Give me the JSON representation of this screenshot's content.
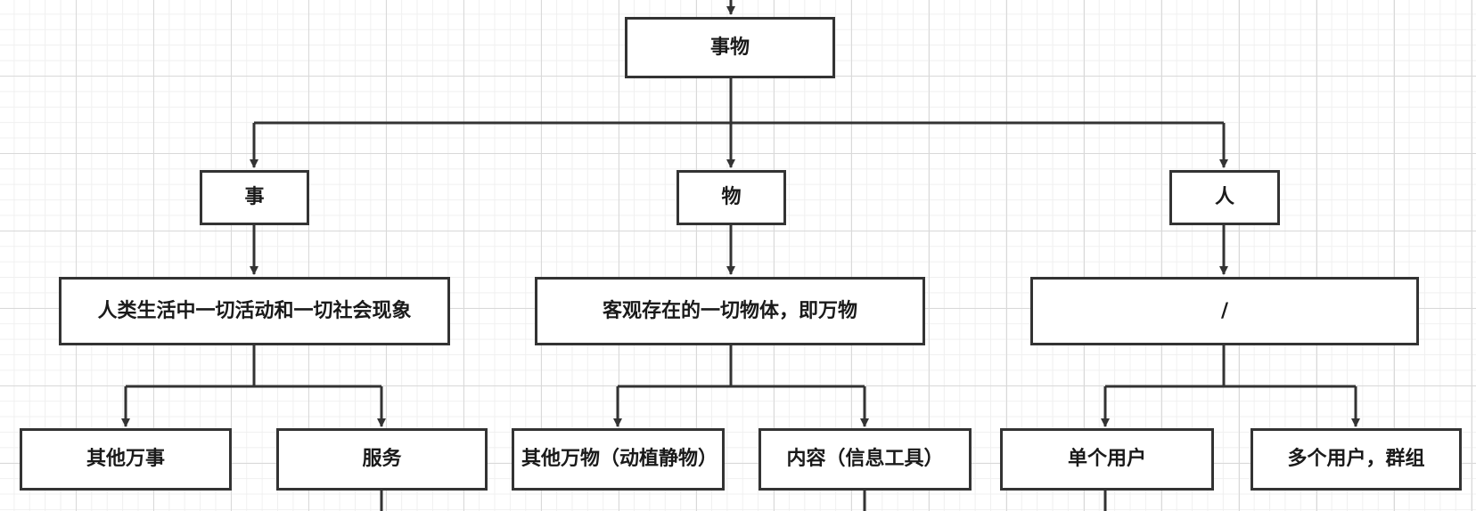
{
  "nodes": {
    "root": "事物",
    "shi": "事",
    "wu": "物",
    "ren": "人",
    "shi_desc": "人类生活中一切活动和一切社会现象",
    "wu_desc": "客观存在的一切物体，即万物",
    "ren_desc": "/",
    "other_things": "其他万事",
    "service": "服务",
    "other_objects": "其他万物（动植静物）",
    "content": "内容（信息工具）",
    "single_user": "单个用户",
    "multi_user": "多个用户，群组"
  },
  "colors": {
    "stroke": "#333333",
    "node_fill": "#ffffff",
    "grid": "#d9d9d9"
  }
}
